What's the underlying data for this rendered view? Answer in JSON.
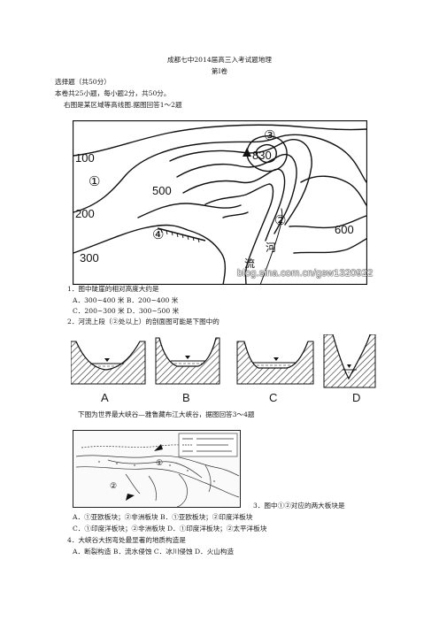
{
  "header": {
    "title": "成都七中2014届高三入考试题地理",
    "volume": "第I卷"
  },
  "intro": {
    "section": "选择题（共50分）",
    "rules": "本卷共25小题，每小题2分，共50分。",
    "q1_prompt": "右图是某区域等高线图.据图回答1～2题"
  },
  "contour_map": {
    "labels": {
      "c100": "100",
      "c200": "200",
      "c300": "300",
      "c500": "500",
      "c600": "600",
      "peak": "830",
      "m1": "①",
      "m2": "②",
      "m3": "③",
      "m4": "④",
      "river1": "河",
      "river2": "流"
    },
    "watermark": "blog.sina.com.cn/gsw1320922"
  },
  "q1": {
    "stem": "1．图中陡崖的相对高度大约是",
    "options_line1": "A．300~400 米   B．200~400 米",
    "options_line2": "C．200~300 米   D．300~500 米"
  },
  "q2": {
    "stem": "2．河流上段（②处以上）的剖面图可能是下图中的",
    "labels": [
      "A",
      "B",
      "C",
      "D"
    ]
  },
  "q34": {
    "prompt": "下图为世界最大峡谷—雅鲁藏布江大峡谷，据图回答3～4题",
    "stem": "3．图中①②对应的两大板块是",
    "options_line1": "A．①亚欧板块；②非洲板块    B．①亚欧板块；②印度洋板块",
    "options_line2": "C．①印度洋板块；②非洲板块   D．①印度洋板块；②太平洋板块"
  },
  "q4": {
    "stem": "4．大峡谷大拐弯处最显著的地质构造是",
    "options": "A．断裂构造    B．流水侵蚀    C．冰川侵蚀    D．火山构造"
  },
  "plate_map": {
    "labels": {
      "m1": "①",
      "m2": "②"
    }
  }
}
